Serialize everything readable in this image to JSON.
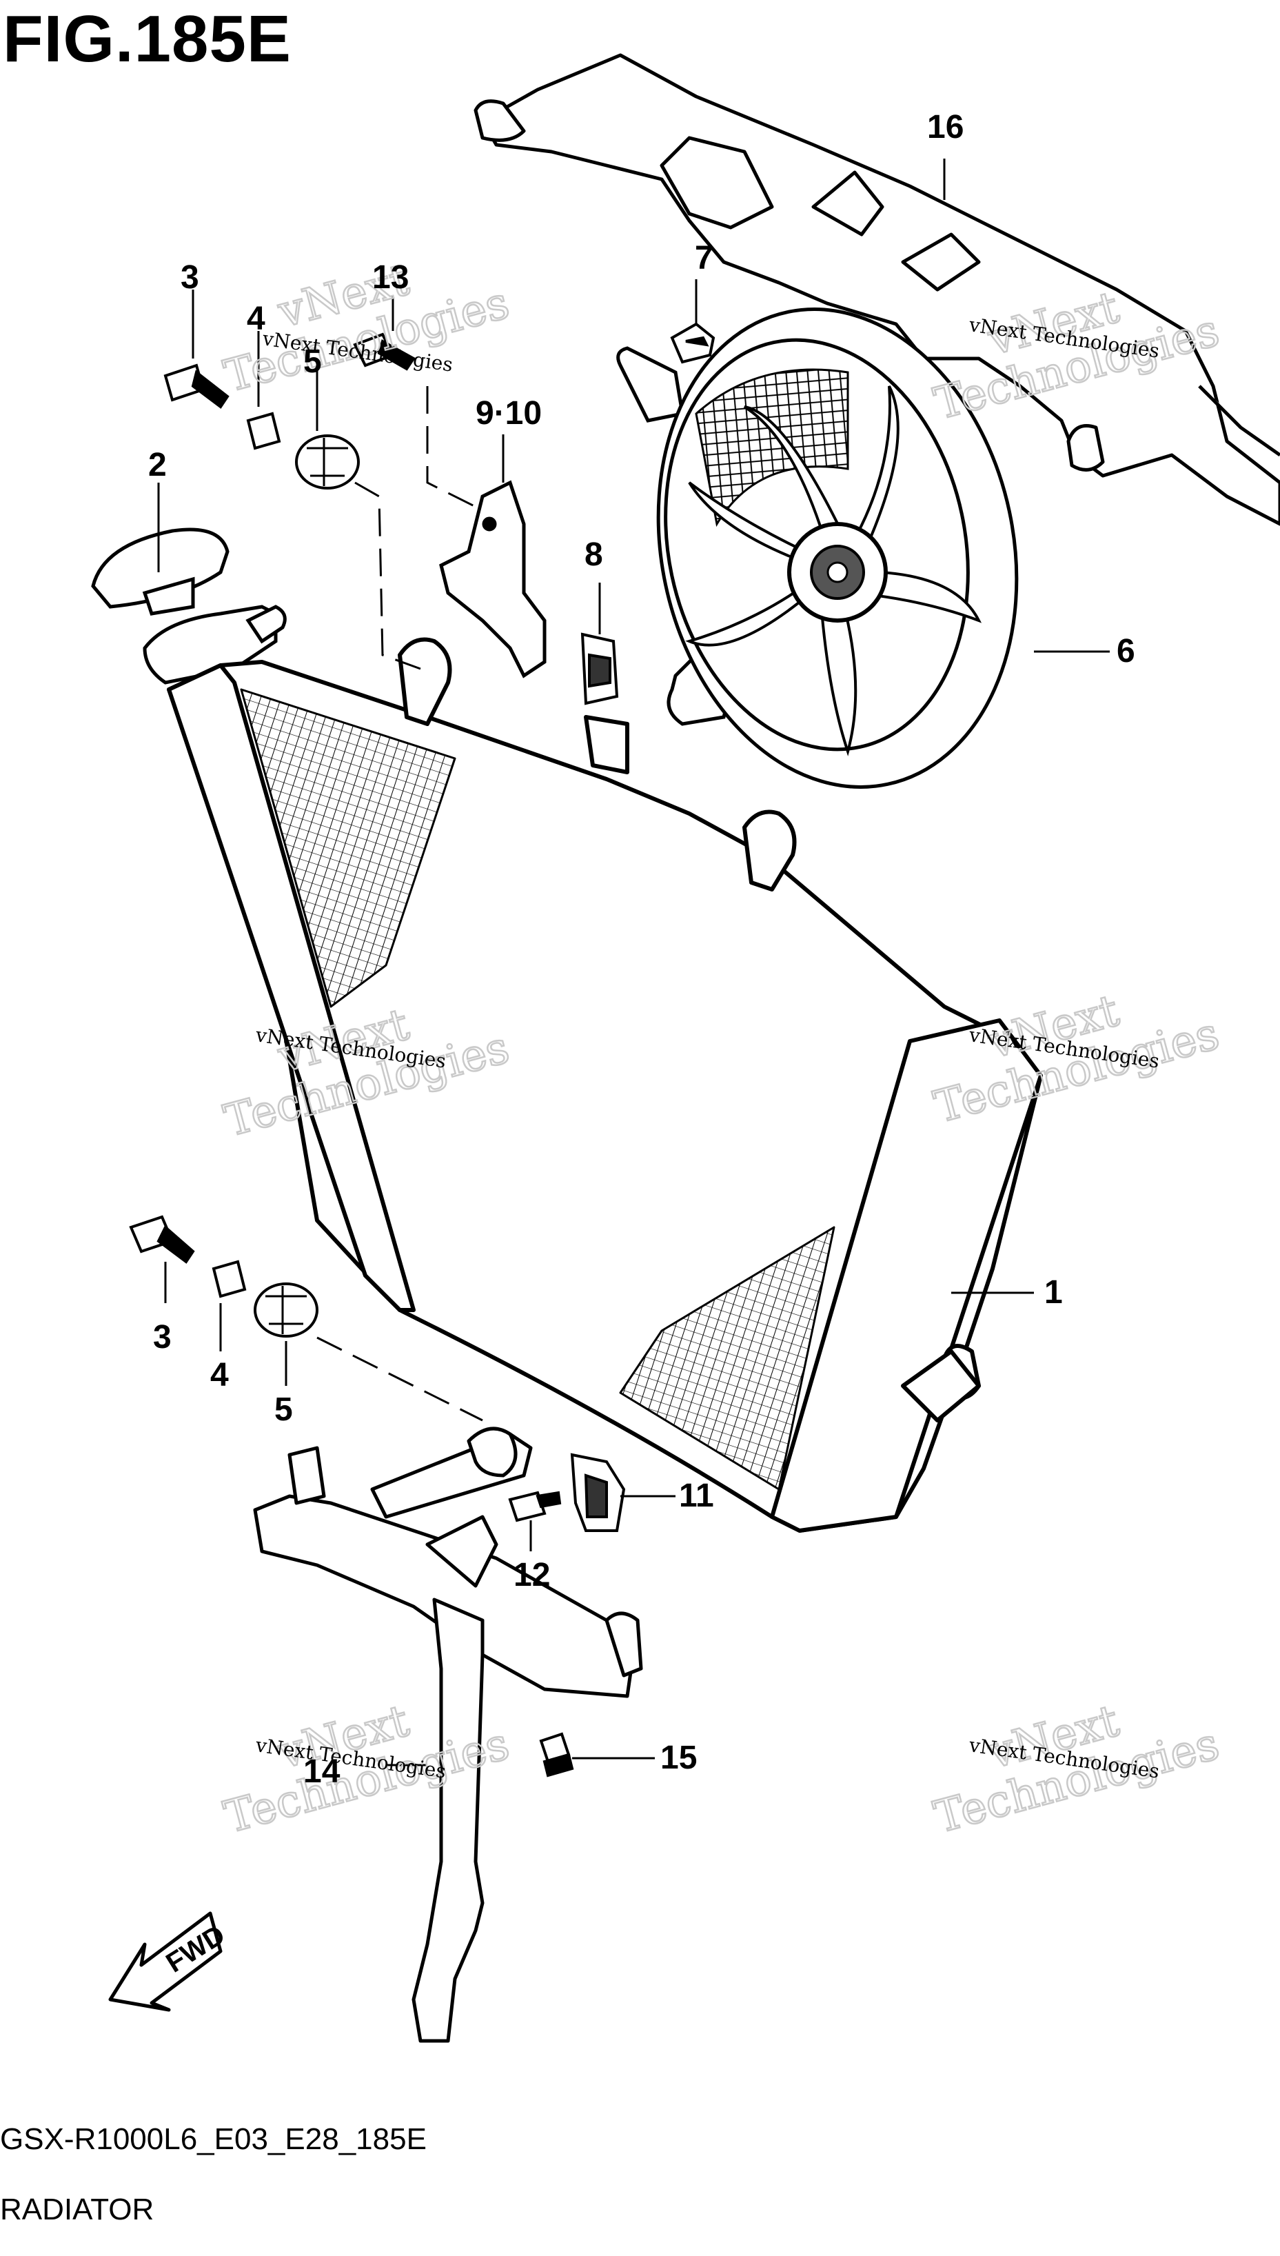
{
  "figure": {
    "title": "FIG.185E",
    "model_code": "GSX-R1000L6_E03_E28_185E",
    "group_name": "RADIATOR"
  },
  "callouts": [
    {
      "id": "c1",
      "label": "1"
    },
    {
      "id": "c2",
      "label": "2"
    },
    {
      "id": "c3a",
      "label": "3"
    },
    {
      "id": "c3b",
      "label": "3"
    },
    {
      "id": "c4a",
      "label": "4"
    },
    {
      "id": "c4b",
      "label": "4"
    },
    {
      "id": "c5a",
      "label": "5"
    },
    {
      "id": "c5b",
      "label": "5"
    },
    {
      "id": "c6",
      "label": "6"
    },
    {
      "id": "c7",
      "label": "7"
    },
    {
      "id": "c8",
      "label": "8"
    },
    {
      "id": "c910",
      "label": "9·10"
    },
    {
      "id": "c11",
      "label": "11"
    },
    {
      "id": "c12",
      "label": "12"
    },
    {
      "id": "c13",
      "label": "13"
    },
    {
      "id": "c14",
      "label": "14"
    },
    {
      "id": "c15",
      "label": "15"
    },
    {
      "id": "c16",
      "label": "16"
    }
  ],
  "direction_arrow": {
    "label": "FWD"
  },
  "watermark": {
    "line1": "vNext Technologies",
    "line2": "vNext",
    "line3": "Technologies"
  }
}
